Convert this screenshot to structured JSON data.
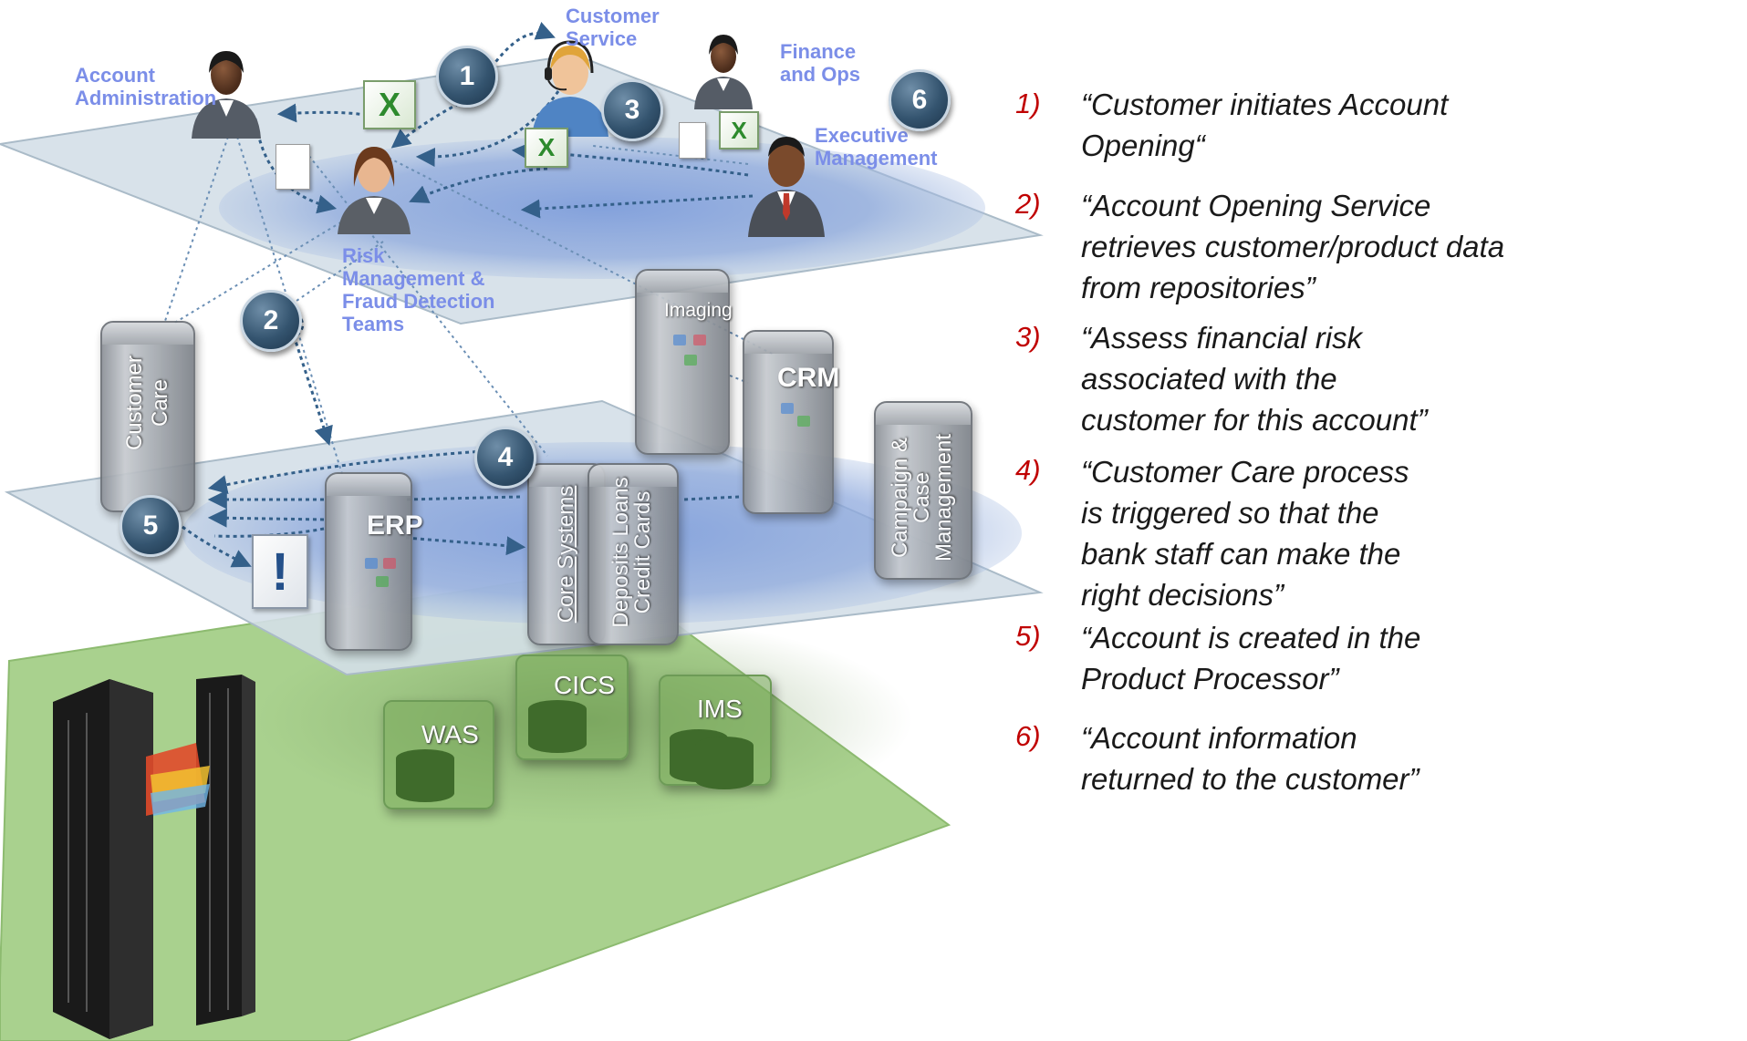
{
  "actors": {
    "customer_service": "Customer Service",
    "account_admin": "Account Administration",
    "finance_ops": "Finance and Ops",
    "executive": "Executive Management",
    "risk": "Risk Management & Fraud Detection Teams"
  },
  "step_markers": [
    "1",
    "2",
    "3",
    "4",
    "5",
    "6"
  ],
  "systems": {
    "imaging": "Imaging",
    "crm": "CRM",
    "customer_care": "Customer Care",
    "erp": "ERP",
    "core_systems": "Core Systems",
    "deposits": "Deposits Loans Credit Cards",
    "campaign": "Campaign & Case Management"
  },
  "runtime": {
    "cics": "CICS",
    "ims": "IMS",
    "was": "WAS"
  },
  "legend": [
    {
      "num": "1)",
      "text": "“Customer initiates Account Opening“"
    },
    {
      "num": "2)",
      "text": "“Account Opening Service retrieves customer/product data from repositories”"
    },
    {
      "num": "3)",
      "text": "“Assess financial risk associated with the customer for this account”"
    },
    {
      "num": "4)",
      "text": "“Customer Care process is triggered so that the bank staff can make the right decisions”"
    },
    {
      "num": "5)",
      "text": "“Account is created in the Product Processor”"
    },
    {
      "num": "6)",
      "text": "“Account information returned to the customer”"
    }
  ],
  "icons": [
    "person-icon",
    "headset-person-icon",
    "excel-icon",
    "document-icon",
    "alert-icon",
    "mainframe-icon",
    "database-icon",
    "server-icon"
  ],
  "colors": {
    "top_plane": "#d2dde6",
    "middle_plane": "#d2dde6",
    "bottom_plane": "#a9d18e",
    "highlight": "#7f9edb",
    "arrow": "#34608a",
    "label": "#7b8ee8",
    "legend_number": "#c00000"
  }
}
